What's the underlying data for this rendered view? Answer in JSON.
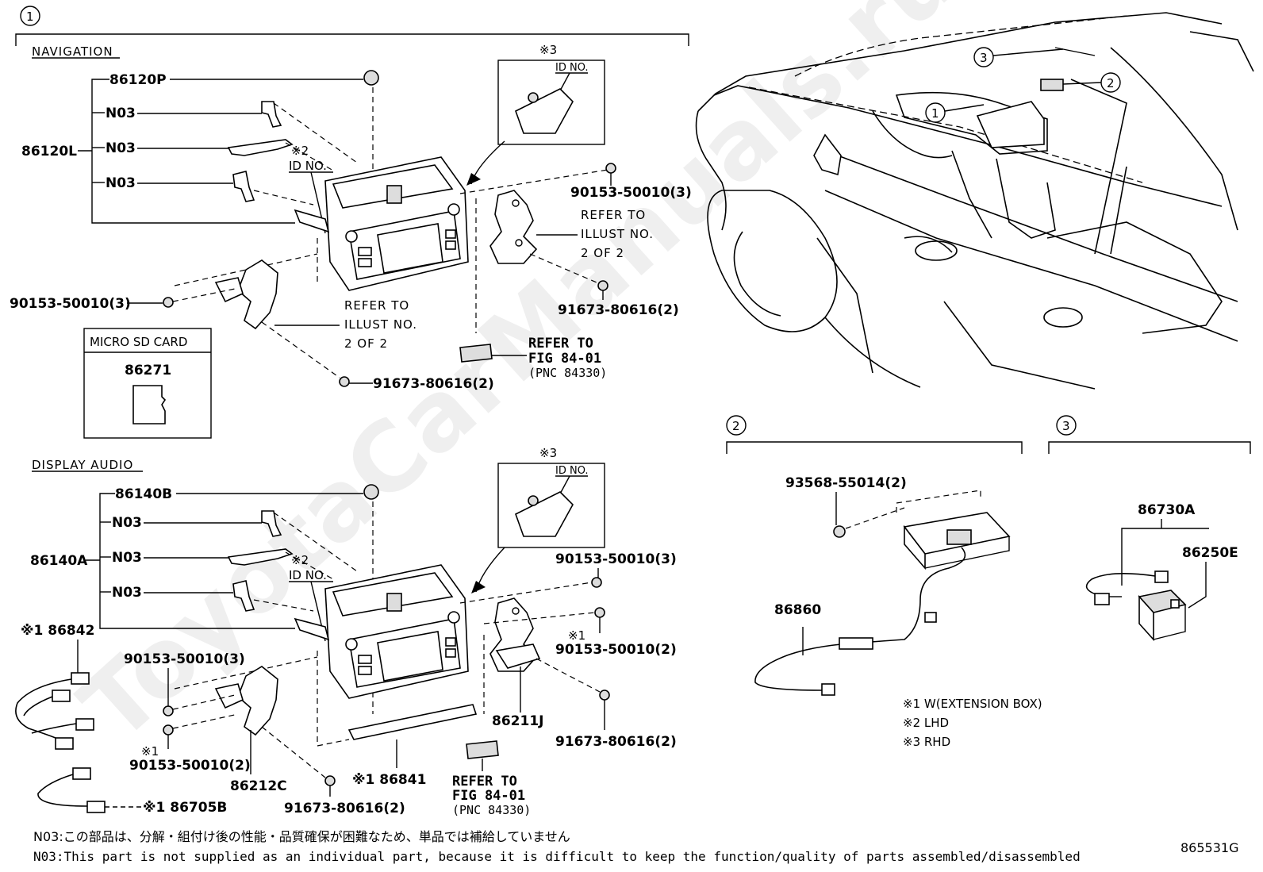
{
  "callouts": {
    "main": "1",
    "sec2": "2",
    "sec3": "3",
    "car1": "1",
    "car2": "2",
    "car3": "3"
  },
  "navigation": {
    "heading": "NAVIGATION",
    "p_86120P": "86120P",
    "p_86120L": "86120L",
    "n03_a": "N03",
    "n03_b": "N03",
    "n03_c": "N03",
    "note2": "※2",
    "id_no": "ID NO.",
    "rhd_note": "※3",
    "rhd_id_no": "ID NO.",
    "bolt_right": "90153-50010(3)",
    "refer_right": [
      "REFER TO",
      "ILLUST NO.",
      "2 OF 2"
    ],
    "screw_right": "91673-80616(2)",
    "bolt_left": "90153-50010(3)",
    "refer_left": [
      "REFER TO",
      "ILLUST NO.",
      "2 OF 2"
    ],
    "screw_bottom": "91673-80616(2)",
    "refer_fig": [
      "REFER TO",
      "FIG 84-01",
      "(PNC 84330)"
    ],
    "micro_sd_label": "MICRO SD CARD",
    "micro_sd_part": "86271"
  },
  "display_audio": {
    "heading": "DISPLAY AUDIO",
    "p_86140B": "86140B",
    "p_86140A": "86140A",
    "n03_a": "N03",
    "n03_b": "N03",
    "n03_c": "N03",
    "note2": "※2",
    "id_no": "ID NO.",
    "rhd_note": "※3",
    "rhd_id_no": "ID NO.",
    "bolt_right": "90153-50010(3)",
    "note1_right": "※1",
    "bolt_right_2": "90153-50010(2)",
    "screw_right": "91673-80616(2)",
    "p_86211J": "86211J",
    "bolt_left": "90153-50010(3)",
    "note1_left": "※1",
    "bolt_left_2": "90153-50010(2)",
    "p_86212C": "86212C",
    "screw_bottom": "91673-80616(2)",
    "p_86841": "※1 86841",
    "p_86842": "※1 86842",
    "p_86705B": "※1 86705B",
    "refer_fig": [
      "REFER TO",
      "FIG 84-01",
      "(PNC 84330)"
    ]
  },
  "section2": {
    "bolt": "93568-55014(2)",
    "p_86860": "86860"
  },
  "section3": {
    "p_86730A": "86730A",
    "p_86250E": "86250E"
  },
  "legend": [
    "※1 W(EXTENSION BOX)",
    "※2 LHD",
    "※3 RHD"
  ],
  "footer": {
    "note_jp": "N03:この部品は、分解・組付け後の性能・品質確保が困難なため、単品では補給していません",
    "note_en": "N03:This part is not supplied as an individual part, because it is difficult to keep the function/quality of parts assembled/disassembled",
    "code": "865531G"
  },
  "watermark": "ToyotaCarManuals.ru"
}
